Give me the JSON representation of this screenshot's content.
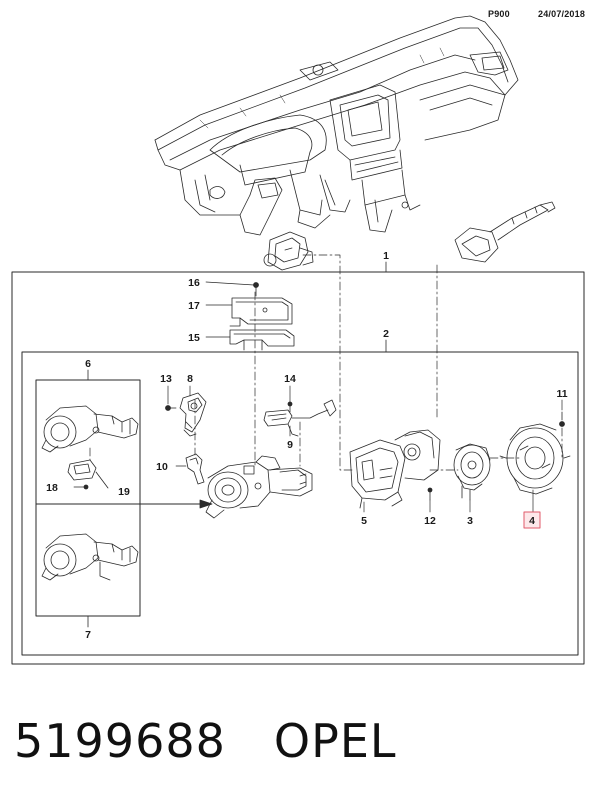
{
  "header": {
    "page_code": "P900",
    "date": "24/07/2018"
  },
  "callouts": {
    "c1": "1",
    "c2": "2",
    "c3": "3",
    "c4": "4",
    "c5": "5",
    "c6": "6",
    "c7": "7",
    "c8": "8",
    "c9": "9",
    "c10": "10",
    "c11": "11",
    "c12": "12",
    "c13": "13",
    "c14": "14",
    "c15": "15",
    "c16": "16",
    "c17": "17",
    "c18": "18",
    "c19": "19"
  },
  "highlight": {
    "callout": "4",
    "color": "#e05a6a"
  },
  "footer": {
    "part_number": "5199688",
    "brand": "OPEL"
  }
}
